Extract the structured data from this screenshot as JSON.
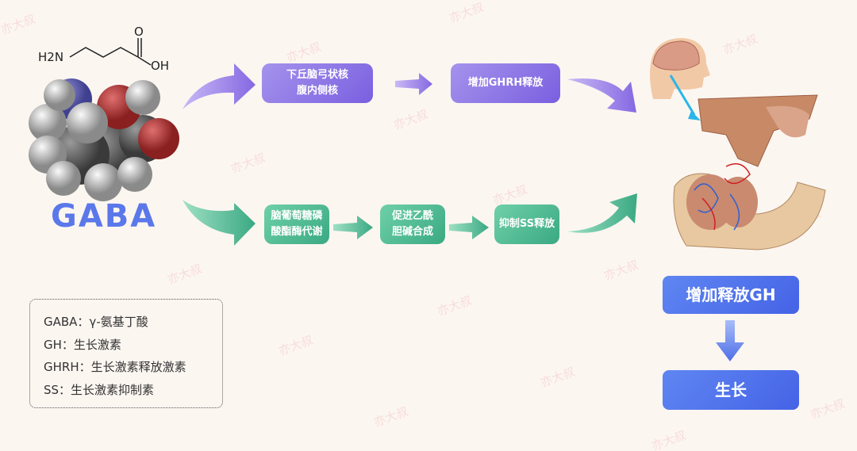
{
  "molecule": {
    "name": "GABA",
    "formula_amine": "H2N",
    "formula_o": "O",
    "formula_oh": "OH"
  },
  "pathway_top": {
    "box1": "下丘脑弓状核\n腹内侧核",
    "box2": "增加GHRH释放"
  },
  "pathway_bottom": {
    "box1": "脑葡萄糖磷\n酸酯酶代谢",
    "box2": "促进乙酰\n胆碱合成",
    "box3": "抑制SS释放"
  },
  "outcome": {
    "box1": "增加释放GH",
    "box2": "生长"
  },
  "legend": [
    "GABA：γ-氨基丁酸",
    "GH：生长激素",
    "GHRH：生长激素释放激素",
    "SS：生长激素抑制素"
  ],
  "watermark": "亦大叔",
  "colors": {
    "purple": "#7a5fe0",
    "green": "#3aa983",
    "blue": "#4563e6"
  }
}
